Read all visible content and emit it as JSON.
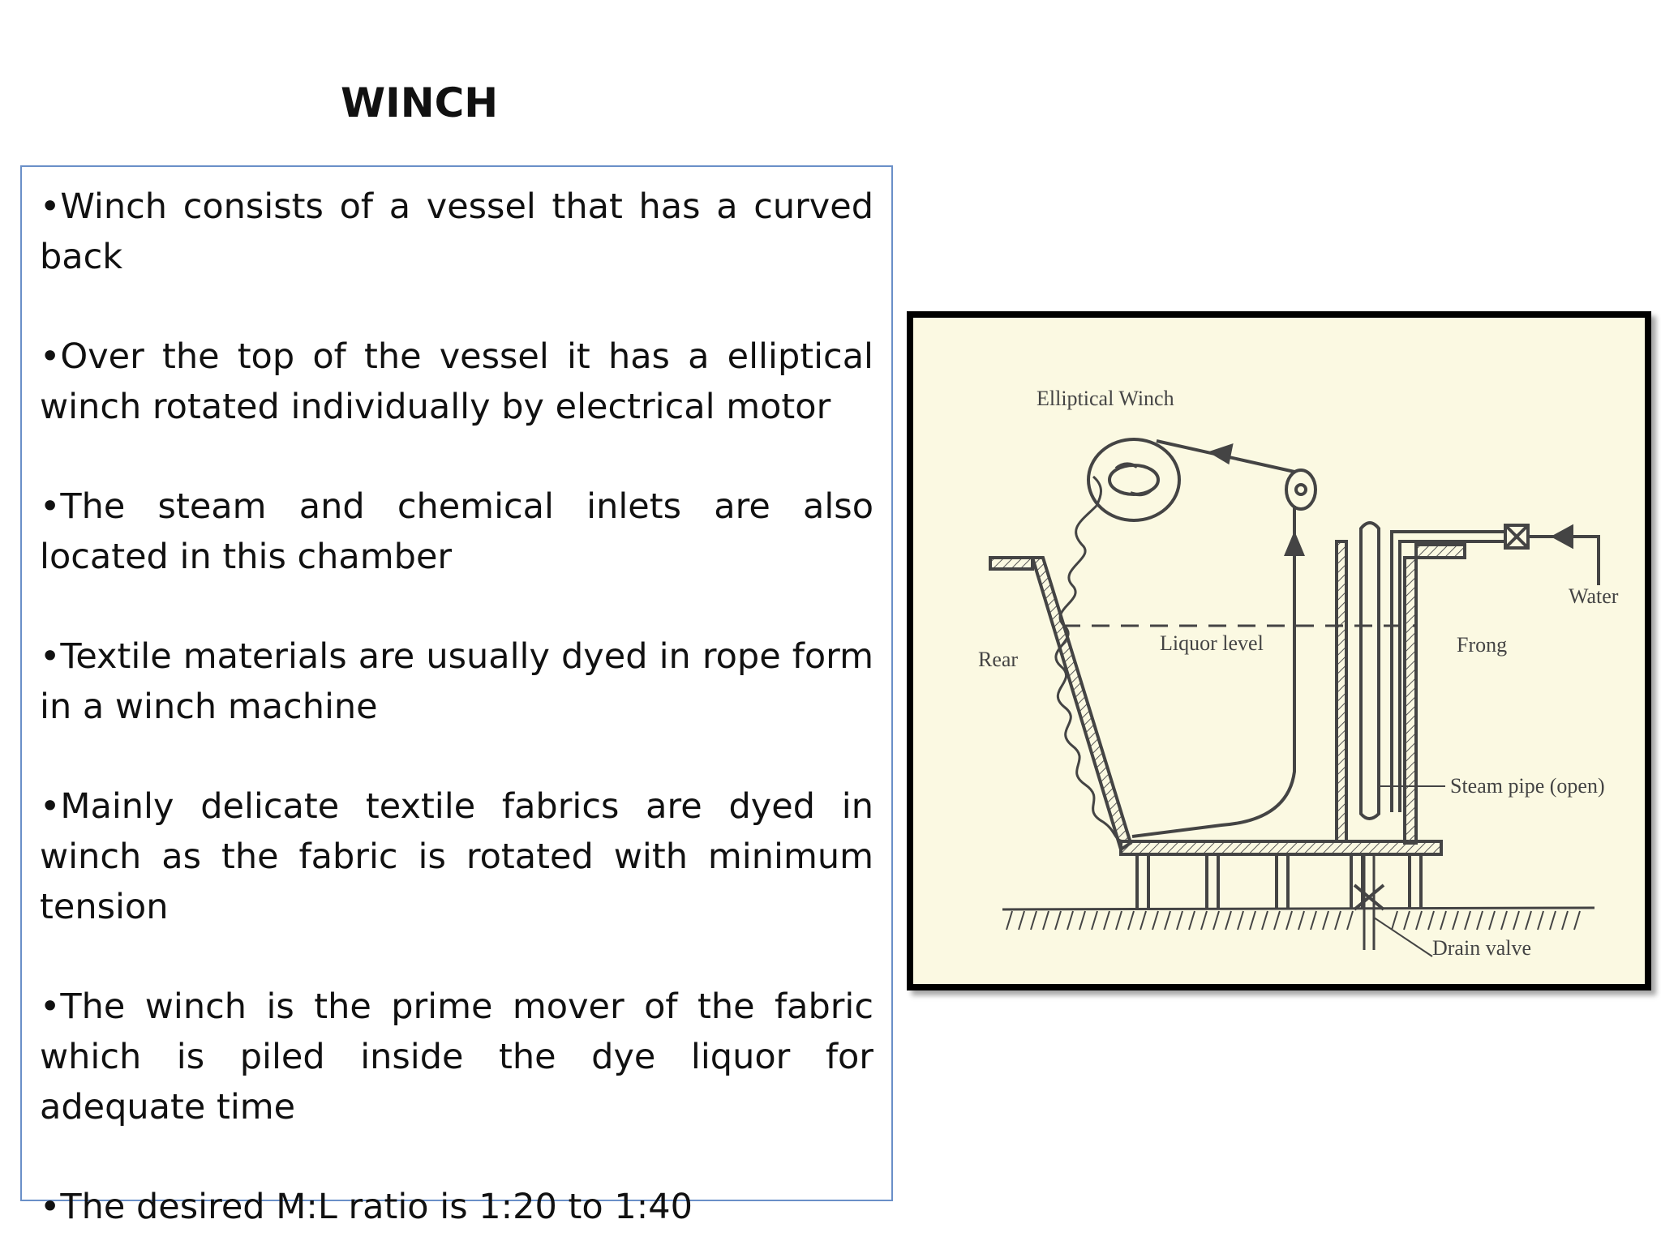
{
  "title": "WINCH",
  "bullets": [
    "•Winch consists of a vessel that has a curved back",
    "•Over the top of the vessel it has a elliptical winch rotated individually by electrical motor",
    "•The steam and chemical inlets are also located in this chamber",
    "•Textile materials are usually dyed in rope form in a winch machine",
    "•Mainly delicate textile fabrics are dyed in winch as the fabric is rotated with minimum tension",
    "•The winch is the prime mover of the fabric which is piled inside the dye liquor for adequate time",
    "•The desired M:L ratio is 1:20 to 1:40"
  ],
  "diagram": {
    "labels": {
      "elliptical_winch": "Elliptical Winch",
      "water": "Water",
      "rear": "Rear",
      "liquor_level": "Liquor level",
      "front": "Frong",
      "steam_pipe": "Steam pipe (open)",
      "drain_valve": "Drain valve"
    },
    "colors": {
      "paper": "#fbf9e2",
      "ink": "#444444"
    }
  }
}
